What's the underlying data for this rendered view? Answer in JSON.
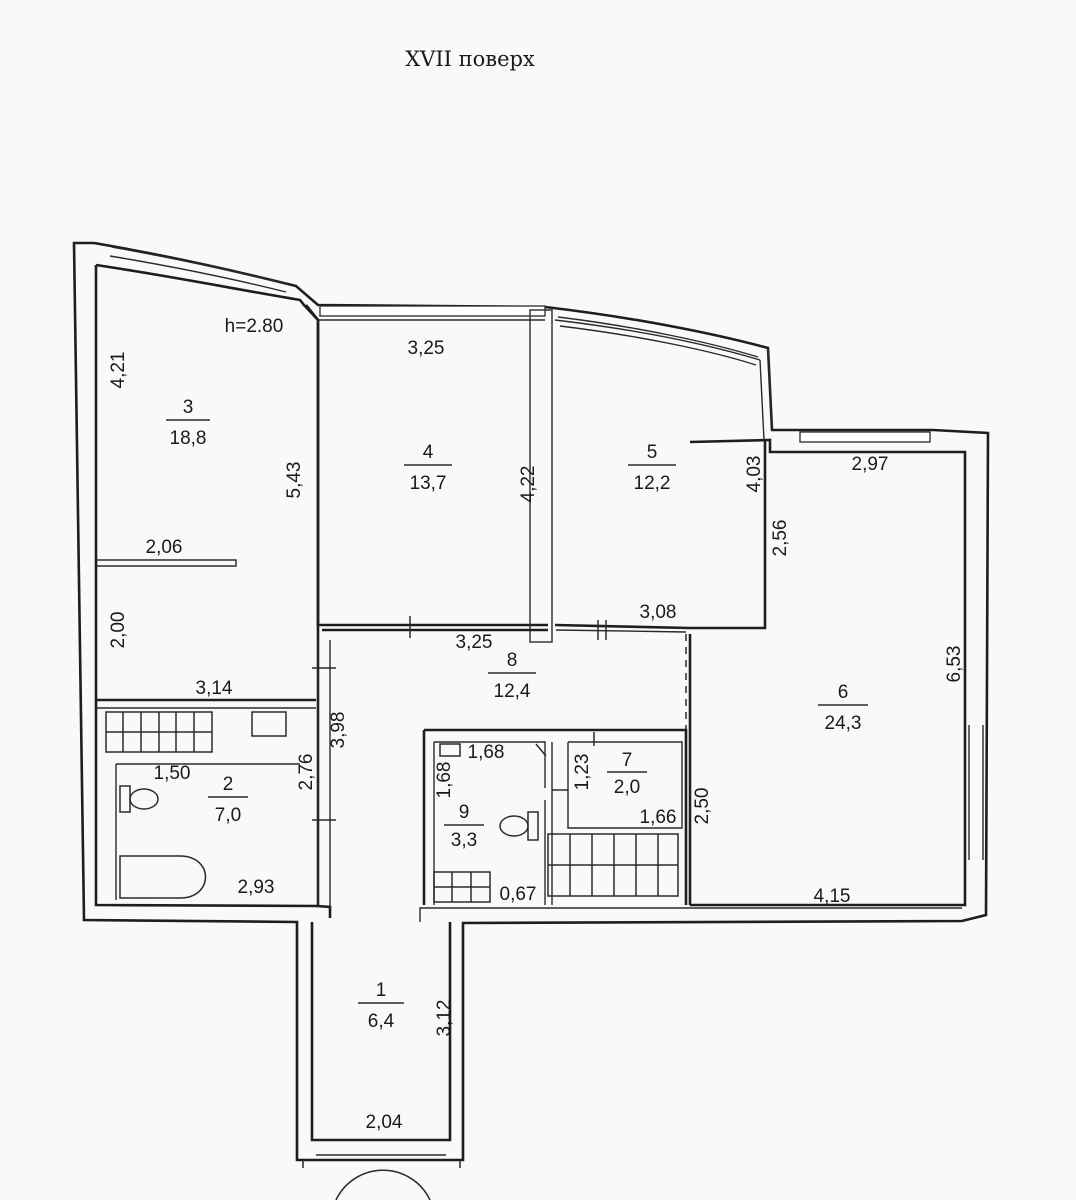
{
  "header": {
    "floor_title": "XVII поверх"
  },
  "ceiling_height": "h=2.80",
  "rooms": [
    {
      "number": "1",
      "area": "6,4"
    },
    {
      "number": "2",
      "area": "7,0"
    },
    {
      "number": "3",
      "area": "18,8"
    },
    {
      "number": "4",
      "area": "13,7"
    },
    {
      "number": "5",
      "area": "12,2"
    },
    {
      "number": "6",
      "area": "24,3"
    },
    {
      "number": "7",
      "area": "2,0"
    },
    {
      "number": "8",
      "area": "12,4"
    },
    {
      "number": "9",
      "area": "3,3"
    }
  ],
  "dimensions": {
    "r3_left": "4,21",
    "r3_right": "5,43",
    "r3_partition": "2,06",
    "r3_lower_left": "2,00",
    "r3_bottom": "3,14",
    "r4_top": "3,25",
    "r4_right": "4,22",
    "r4_bottom": "3,25",
    "r5_right": "4,03",
    "r5_bottom": "3,08",
    "r6_top": "2,97",
    "r6_left_upper": "2,56",
    "r6_right": "6,53",
    "r6_left_lower": "2,50",
    "r6_bottom": "4,15",
    "r8_left": "3,98",
    "r2_top": "1,50",
    "r2_right": "2,76",
    "r2_bottom": "2,93",
    "r9_top": "1,68",
    "r9_left": "1,68",
    "r9_bottom": "0,67",
    "r7_left": "1,23",
    "r7_bottom": "1,66",
    "r1_right": "3,12",
    "r1_bottom": "2,04"
  }
}
